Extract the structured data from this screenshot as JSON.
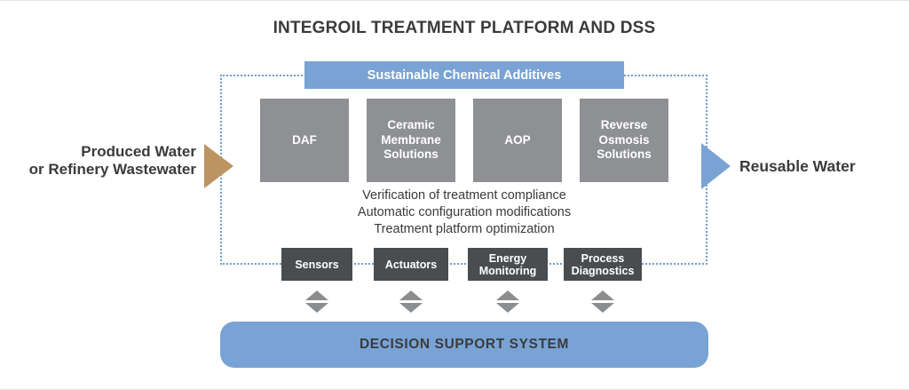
{
  "title": "INTEGROIL TREATMENT PLATFORM AND DSS",
  "inflow": {
    "label_line1": "Produced Water",
    "label_line2": "or Refinery Wastewater"
  },
  "outflow": {
    "label": "Reusable Water"
  },
  "platform": {
    "additives_banner": "Sustainable Chemical Additives",
    "treatment_units": [
      "DAF",
      "Ceramic Membrane Solutions",
      "AOP",
      "Reverse Osmosis Solutions"
    ],
    "functions": [
      "Verification of treatment compliance",
      "Automatic configuration modifications",
      "Treatment platform optimization"
    ],
    "monitoring_modules": [
      "Sensors",
      "Actuators",
      "Energy Monitoring",
      "Process Diagnostics"
    ]
  },
  "dss": {
    "label": "DECISION SUPPORT SYSTEM"
  },
  "colors": {
    "accent_blue": "#79a3d4",
    "dotted_border_blue": "#6f9ccf",
    "unit_gray": "#8e9093",
    "module_dark_gray": "#4a4d50",
    "inflow_tan": "#bc9462",
    "updown_arrow_gray": "#8b8d8f",
    "text_dark": "#3b3b3d"
  }
}
